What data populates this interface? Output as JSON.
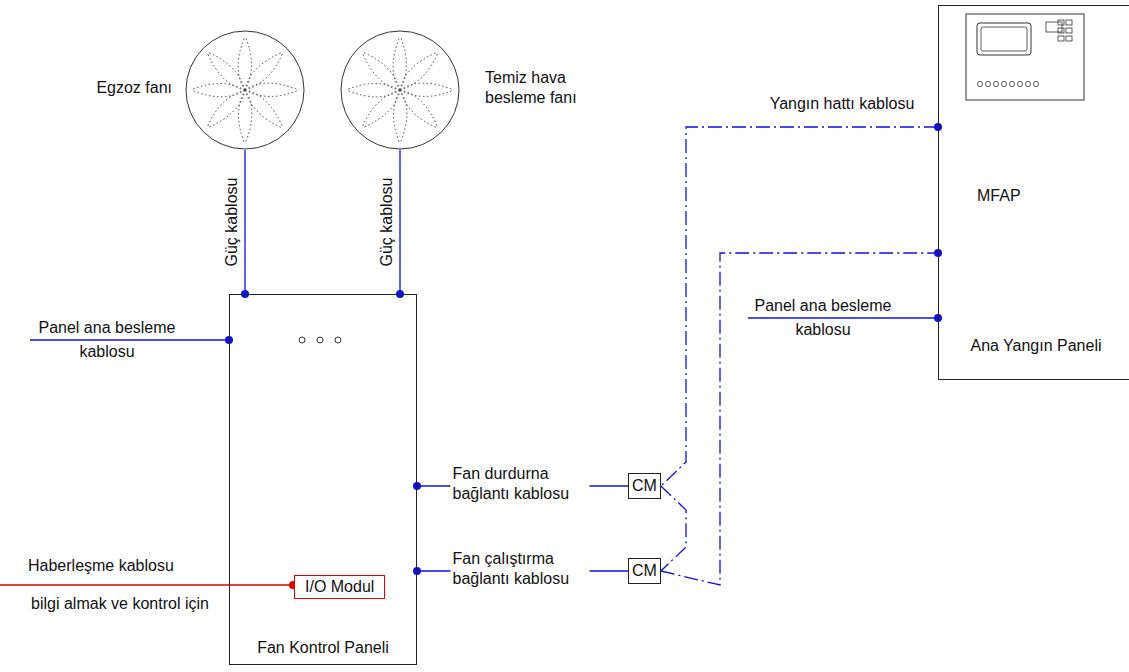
{
  "diagram": {
    "nodes": [
      {
        "text": [
          "Egzoz fanı"
        ]
      },
      {
        "text": [
          "Temiz hava besleme fanı"
        ]
      },
      {
        "text": [
          "Fan Kontrol Paneli"
        ]
      },
      {
        "text": [
          "I/O Modul"
        ],
        "in": 2
      },
      {
        "text": [
          "CM"
        ]
      },
      {
        "text": [
          "CM"
        ]
      },
      {
        "text": [
          "MFAP",
          "Ana Yangın Paneli"
        ]
      }
    ],
    "edges": [
      {
        "from": 0,
        "to": 2,
        "label": "Güç kablosu",
        "arrow": "none"
      },
      {
        "from": 1,
        "to": 2,
        "label": "Güç kablosu",
        "arrow": "none"
      },
      {
        "from": 2,
        "to": 4,
        "label": "Fan durdurna bağlantı kablosu",
        "arrow": "none"
      },
      {
        "from": 2,
        "to": 5,
        "label": "Fan çalıştırma bağlantı kablosu",
        "arrow": "none"
      },
      {
        "from": 6,
        "to": 4,
        "label": "Yangın hattı kablosu",
        "arrow": "none"
      },
      {
        "from": 4,
        "to": 5,
        "arrow": "none"
      },
      {
        "from": 5,
        "to": 6,
        "arrow": "none"
      }
    ],
    "labels": [
      "Panel ana besleme kablosu",
      "Haberleşme kablosu",
      "bilgi almak ve kontrol için",
      "Panel ana besleme kablosu"
    ]
  }
}
